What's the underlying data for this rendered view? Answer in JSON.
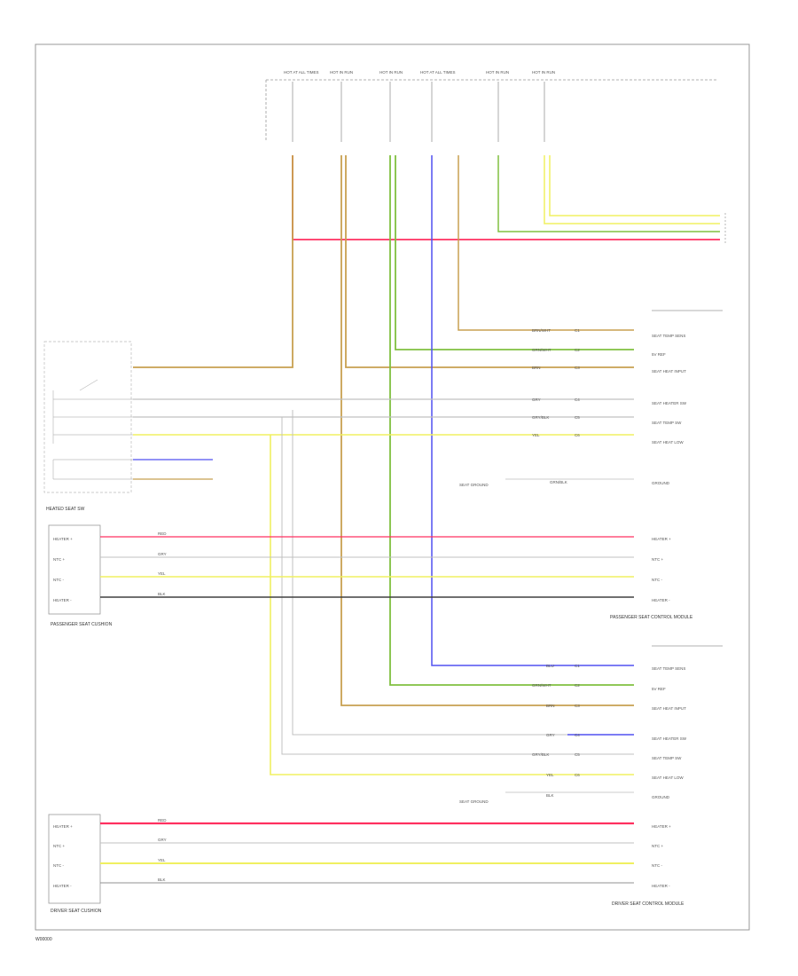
{
  "labels": {
    "passenger_switch": "HEATED SEAT SW",
    "passenger_cushion": "PASSENGER SEAT CUSHION",
    "driver_cushion": "DRIVER SEAT CUSHION",
    "passenger_module": "PASSENGER SEAT CONTROL MODULE",
    "driver_module": "DRIVER SEAT CONTROL MODULE",
    "footer": "W00000"
  },
  "colors": {
    "red": "#ff3060",
    "tan": "#c8a050",
    "green": "#80c040",
    "yellow": "#f0f060",
    "blue": "#5050f0",
    "gray": "#c0c0c0",
    "black": "#404040",
    "frame": "#999999"
  },
  "top_fuses": [
    {
      "id": "fuse-1",
      "label": "HOT AT ALL TIMES"
    },
    {
      "id": "fuse-2",
      "label": "HOT IN RUN"
    },
    {
      "id": "fuse-3",
      "label": "HOT IN RUN"
    },
    {
      "id": "fuse-4",
      "label": "HOT AT ALL TIMES"
    },
    {
      "id": "fuse-5",
      "label": "HOT IN RUN"
    },
    {
      "id": "fuse-6",
      "label": "HOT IN RUN"
    }
  ],
  "passenger_rows": [
    {
      "wire": "BRN/WHT",
      "pin": "C1",
      "right": "SEAT TEMP SENS"
    },
    {
      "wire": "GRN/WHT",
      "pin": "C2",
      "right": "5V REF"
    },
    {
      "wire": "BRN",
      "pin": "C3",
      "right": "SEAT HEAT INPUT"
    },
    {
      "wire": "GRY",
      "pin": "C4",
      "right": "SEAT HEATER SW"
    },
    {
      "wire": "GRY/BLK",
      "pin": "C5",
      "right": "SEAT TEMP SW"
    },
    {
      "wire": "YEL",
      "pin": "C6",
      "right": "SEAT HEAT LOW"
    }
  ],
  "passenger_ground": {
    "left": "GRN/BLK",
    "right": "GROUND",
    "note": "SEAT GROUND"
  },
  "passenger_cushion_rows": [
    {
      "left": "HEATER +",
      "wire": "RED",
      "right": "HEATER +"
    },
    {
      "left": "NTC +",
      "wire": "GRY",
      "right": "NTC +"
    },
    {
      "left": "NTC -",
      "wire": "YEL",
      "right": "NTC -"
    },
    {
      "left": "HEATER -",
      "wire": "BLK",
      "right": "HEATER -"
    }
  ],
  "driver_rows": [
    {
      "wire": "BLU",
      "pin": "C1",
      "right": "SEAT TEMP SENS"
    },
    {
      "wire": "GRN/WHT",
      "pin": "C2",
      "right": "5V REF"
    },
    {
      "wire": "BRN",
      "pin": "C3",
      "right": "SEAT HEAT INPUT"
    },
    {
      "wire": "GRY",
      "pin": "C4",
      "right": "SEAT HEATER SW"
    },
    {
      "wire": "GRY/BLK",
      "pin": "C5",
      "right": "SEAT TEMP SW"
    },
    {
      "wire": "YEL",
      "pin": "C6",
      "right": "SEAT HEAT LOW"
    }
  ],
  "driver_ground": {
    "left": "BLK",
    "right": "GROUND",
    "note": "SEAT GROUND"
  },
  "driver_cushion_rows": [
    {
      "left": "HEATER +",
      "wire": "RED",
      "right": "HEATER +"
    },
    {
      "left": "NTC +",
      "wire": "GRY",
      "right": "NTC +"
    },
    {
      "left": "NTC -",
      "wire": "YEL",
      "right": "NTC -"
    },
    {
      "left": "HEATER -",
      "wire": "BLK",
      "right": "HEATER -"
    }
  ]
}
